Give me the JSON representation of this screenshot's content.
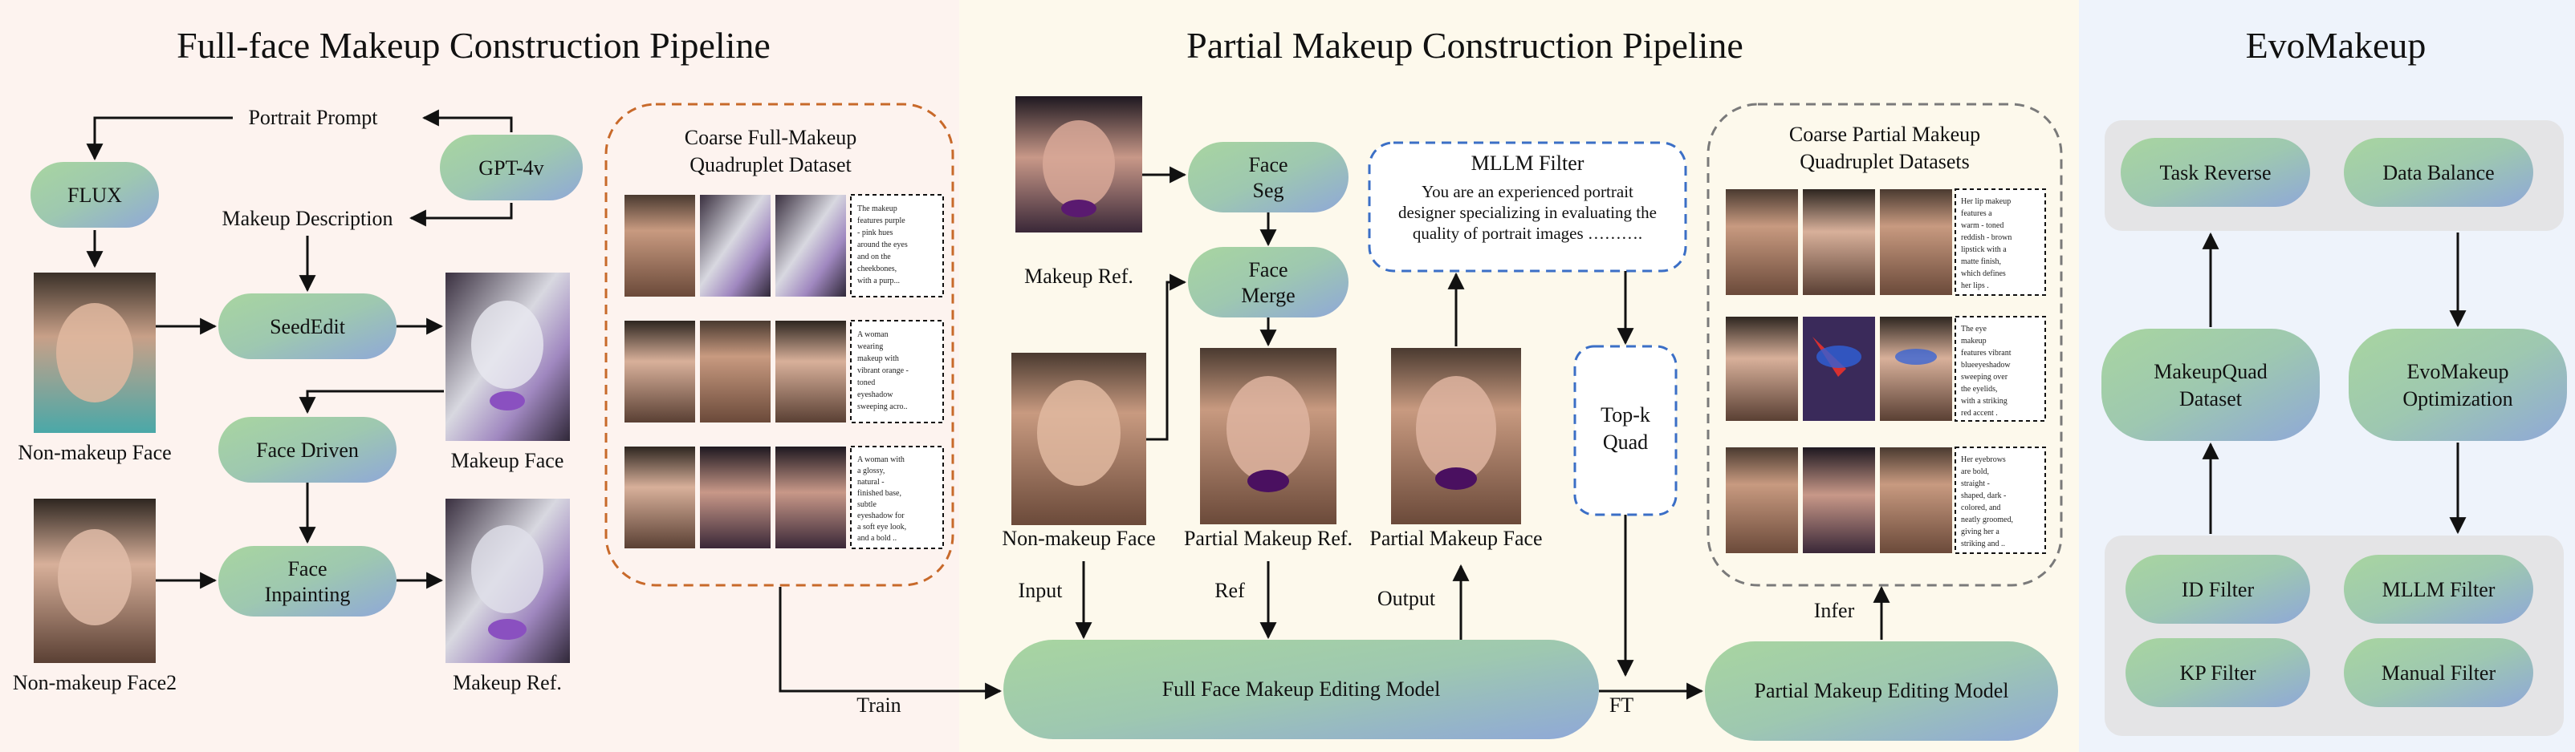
{
  "sections": {
    "full_title": "Full-face Makeup Construction Pipeline",
    "partial_title": "Partial Makeup Construction Pipeline",
    "evo_title": "EvoMakeup"
  },
  "full": {
    "portrait_prompt": "Portrait Prompt",
    "makeup_description": "Makeup Description",
    "flux": "FLUX",
    "gpt4v": "GPT-4v",
    "seededit": "SeedEdit",
    "face_driven": "Face Driven",
    "face_inpainting_1": "Face",
    "face_inpainting_2": "Inpainting",
    "non_makeup_face": "Non-makeup Face",
    "makeup_face": "Makeup Face",
    "non_makeup_face2": "Non-makeup Face2",
    "makeup_ref": "Makeup Ref.",
    "dataset_title_1": "Coarse Full-Makeup",
    "dataset_title_2": "Quadruplet Dataset",
    "captions": [
      [
        "The makeup",
        "features purple",
        "- pink hues",
        "around the eyes",
        "and on the",
        "cheekbones,",
        "with a purp..."
      ],
      [
        "A woman",
        "wearing",
        "makeup with",
        "vibrant orange -",
        "toned",
        "eyeshadow",
        "sweeping acro.."
      ],
      [
        "A woman with",
        "a glossy,",
        "natural -",
        "finished base,",
        "subtle",
        "eyeshadow for",
        "a soft eye look,",
        "and a bold .."
      ]
    ]
  },
  "partial": {
    "makeup_ref": "Makeup Ref.",
    "face_seg_1": "Face",
    "face_seg_2": "Seg",
    "face_merge_1": "Face",
    "face_merge_2": "Merge",
    "non_makeup_face": "Non-makeup Face",
    "partial_makeup_ref": "Partial Makeup Ref.",
    "partial_makeup_face": "Partial Makeup Face",
    "mllm_title": "MLLM Filter",
    "mllm_lines": [
      "You are an experienced portrait",
      "designer specializing in evaluating the",
      "quality of portrait images ………."
    ],
    "topk_1": "Top-k",
    "topk_2": "Quad",
    "input": "Input",
    "ref": "Ref",
    "output": "Output",
    "train": "Train",
    "ft": "FT",
    "infer": "Infer",
    "full_model": "Full Face Makeup Editing Model",
    "partial_model": "Partial Makeup Editing Model",
    "dataset_title_1": "Coarse Partial Makeup",
    "dataset_title_2": "Quadruplet Datasets",
    "captions": [
      [
        "Her lip makeup",
        "features a",
        "warm - toned",
        "reddish - brown",
        "lipstick with a",
        "matte finish,",
        "which defines",
        "her lips ."
      ],
      [
        "The eye",
        "makeup",
        "features vibrant",
        "blueeyeshadow",
        "sweeping over",
        "the eyelids,",
        "with a striking",
        "red accent ."
      ],
      [
        "Her eyebrows",
        "are bold,",
        "straight -",
        "shaped, dark -",
        "colored, and",
        "neatly groomed,",
        "giving her a",
        "striking and .."
      ]
    ]
  },
  "evo": {
    "task_reverse": "Task Reverse",
    "data_balance": "Data Balance",
    "makeupquad_1": "MakeupQuad",
    "makeupquad_2": "Dataset",
    "evomakeup_1": "EvoMakeup",
    "evomakeup_2": "Optimization",
    "id_filter": "ID Filter",
    "mllm_filter": "MLLM Filter",
    "kp_filter": "KP Filter",
    "manual_filter": "Manual Filter"
  },
  "colors": {
    "node_start": "#a8d5a0",
    "node_end": "#8fa8d8",
    "bg_full": "#fdf3ef",
    "bg_partial": "#fdf9ec",
    "bg_evo": "#eef3fb",
    "orange_dash": "#c8692a",
    "blue_dash": "#3b6fc6",
    "gray_dash": "#7a7a7a"
  }
}
